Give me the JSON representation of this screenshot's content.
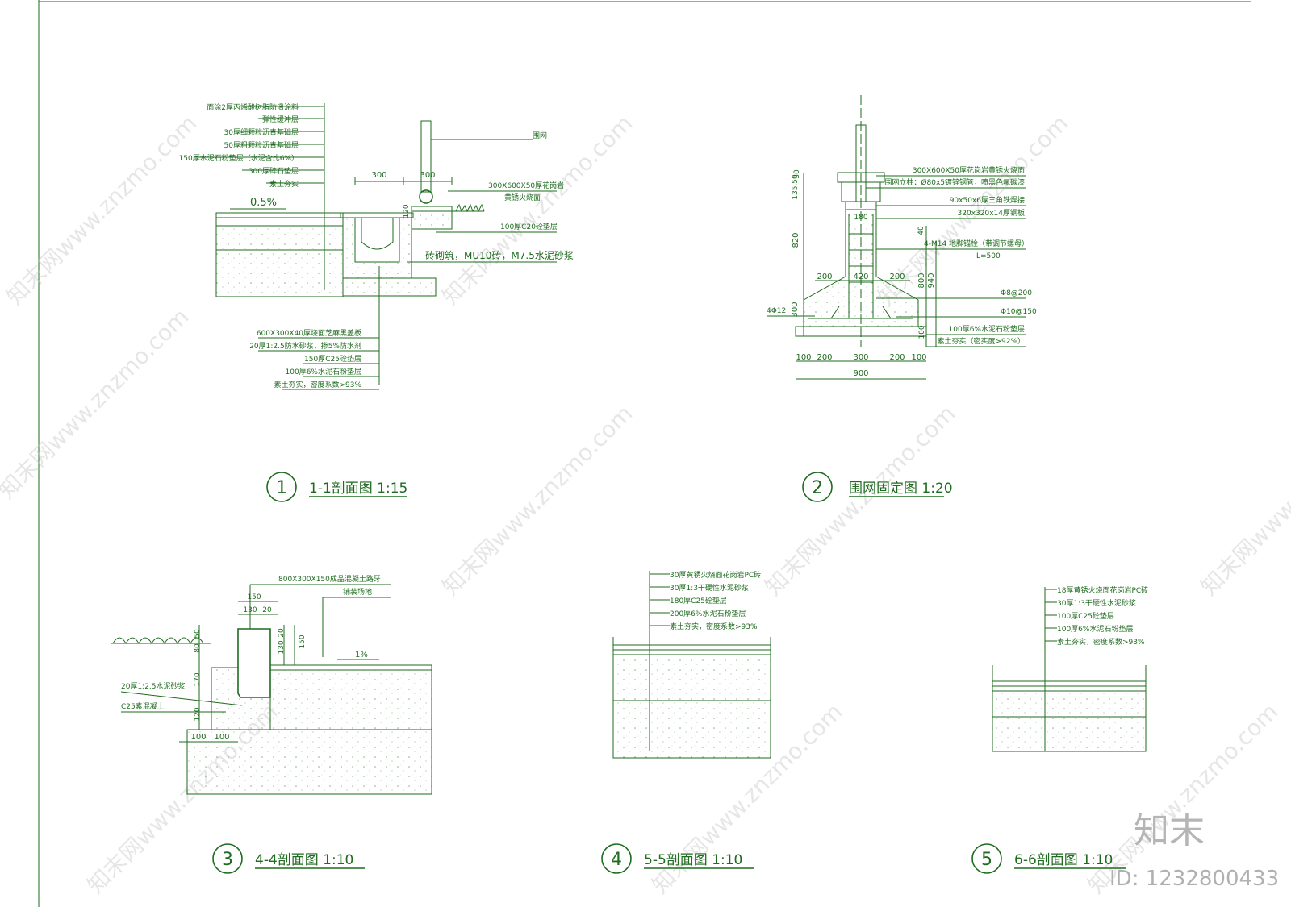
{
  "watermark": {
    "text": "知末网www.znzmo.com",
    "logo": "知末",
    "id": "ID: 1232800433"
  },
  "s1": {
    "num": "1",
    "title": "1-1剖面图 1:15",
    "slope": "0.5%",
    "layers_top": [
      "面涂2厚丙烯酸树脂防滑涂料",
      "弹性缓冲层",
      "30厚细颗粒沥青基础层",
      "50厚粗颗粒沥青基础层",
      "150厚水泥石粉垫层（水泥含比6%）",
      "300厚碎石垫层",
      "素土夯实"
    ],
    "layers_bottom": [
      "600X300X40厚烧面芝麻黑盖板",
      "20厚1:2.5防水砂浆，掺5%防水剂",
      "150厚C25砼垫层",
      "100厚6%水泥石粉垫层",
      "素土夯实，密度系数>93%"
    ],
    "fence": "围网",
    "stone": "300X600X50厚花岗岩",
    "stone2": "黄锈火烧面",
    "conc": "100厚C20砼垫层",
    "brick": "砖砌筑，MU10砖，M7.5水泥砂浆",
    "dim1": "300",
    "dim2": "300",
    "dim3": "120"
  },
  "s2": {
    "num": "2",
    "title": "围网固定图 1:20",
    "notes": [
      "300X600X50厚花岗岩黄锈火烧面",
      "围网立柱：Ø80x5镀锌钢管，喷黑色氟碳漆",
      "90x50x6厚三角铁焊接",
      "320x320x14厚钢板"
    ],
    "bolt": "4-M14 地脚锚栓（带调节螺母）",
    "bolt2": "L=500",
    "rebar1": "Φ8@200",
    "rebar2": "Φ10@150",
    "base1": "100厚6%水泥石粉垫层",
    "base2": "素土夯实（密实度>92%）",
    "bars": "4Φ12",
    "dims_left": [
      "30",
      "135.50",
      "820",
      "300"
    ],
    "dims_right": [
      "40",
      "800",
      "940",
      "100"
    ],
    "dims_mid": [
      "180",
      "200",
      "420",
      "200"
    ],
    "dims_bot": [
      "100",
      "200",
      "300",
      "200",
      "100"
    ],
    "dim_total": "900"
  },
  "s3": {
    "num": "3",
    "title": "4-4剖面图   1:10",
    "curb": "800X300X150成品混凝土路牙",
    "paving": "铺装场地",
    "slope": "1%",
    "mortar": "20厚1:2.5水泥砂浆",
    "concrete": "C25素混凝土",
    "dims_top": [
      "150",
      "130",
      "20"
    ],
    "dims_left": [
      "50",
      "80",
      "170",
      "120"
    ],
    "dims_right": [
      "20",
      "130",
      "150"
    ],
    "dims_bot": [
      "100",
      "100"
    ]
  },
  "s4": {
    "num": "4",
    "title": "5-5剖面图   1:10",
    "layers": [
      "30厚黄锈火烧面花岗岩PC砖",
      "30厚1:3干硬性水泥砂浆",
      "180厚C25砼垫层",
      "200厚6%水泥石粉垫层",
      "素土夯实，密度系数>93%"
    ]
  },
  "s5": {
    "num": "5",
    "title": "6-6剖面图   1:10",
    "layers": [
      "18厚黄锈火烧面花岗岩PC砖",
      "30厚1:3干硬性水泥砂浆",
      "100厚C25砼垫层",
      "100厚6%水泥石粉垫层",
      "素土夯实，密度系数>93%"
    ]
  }
}
